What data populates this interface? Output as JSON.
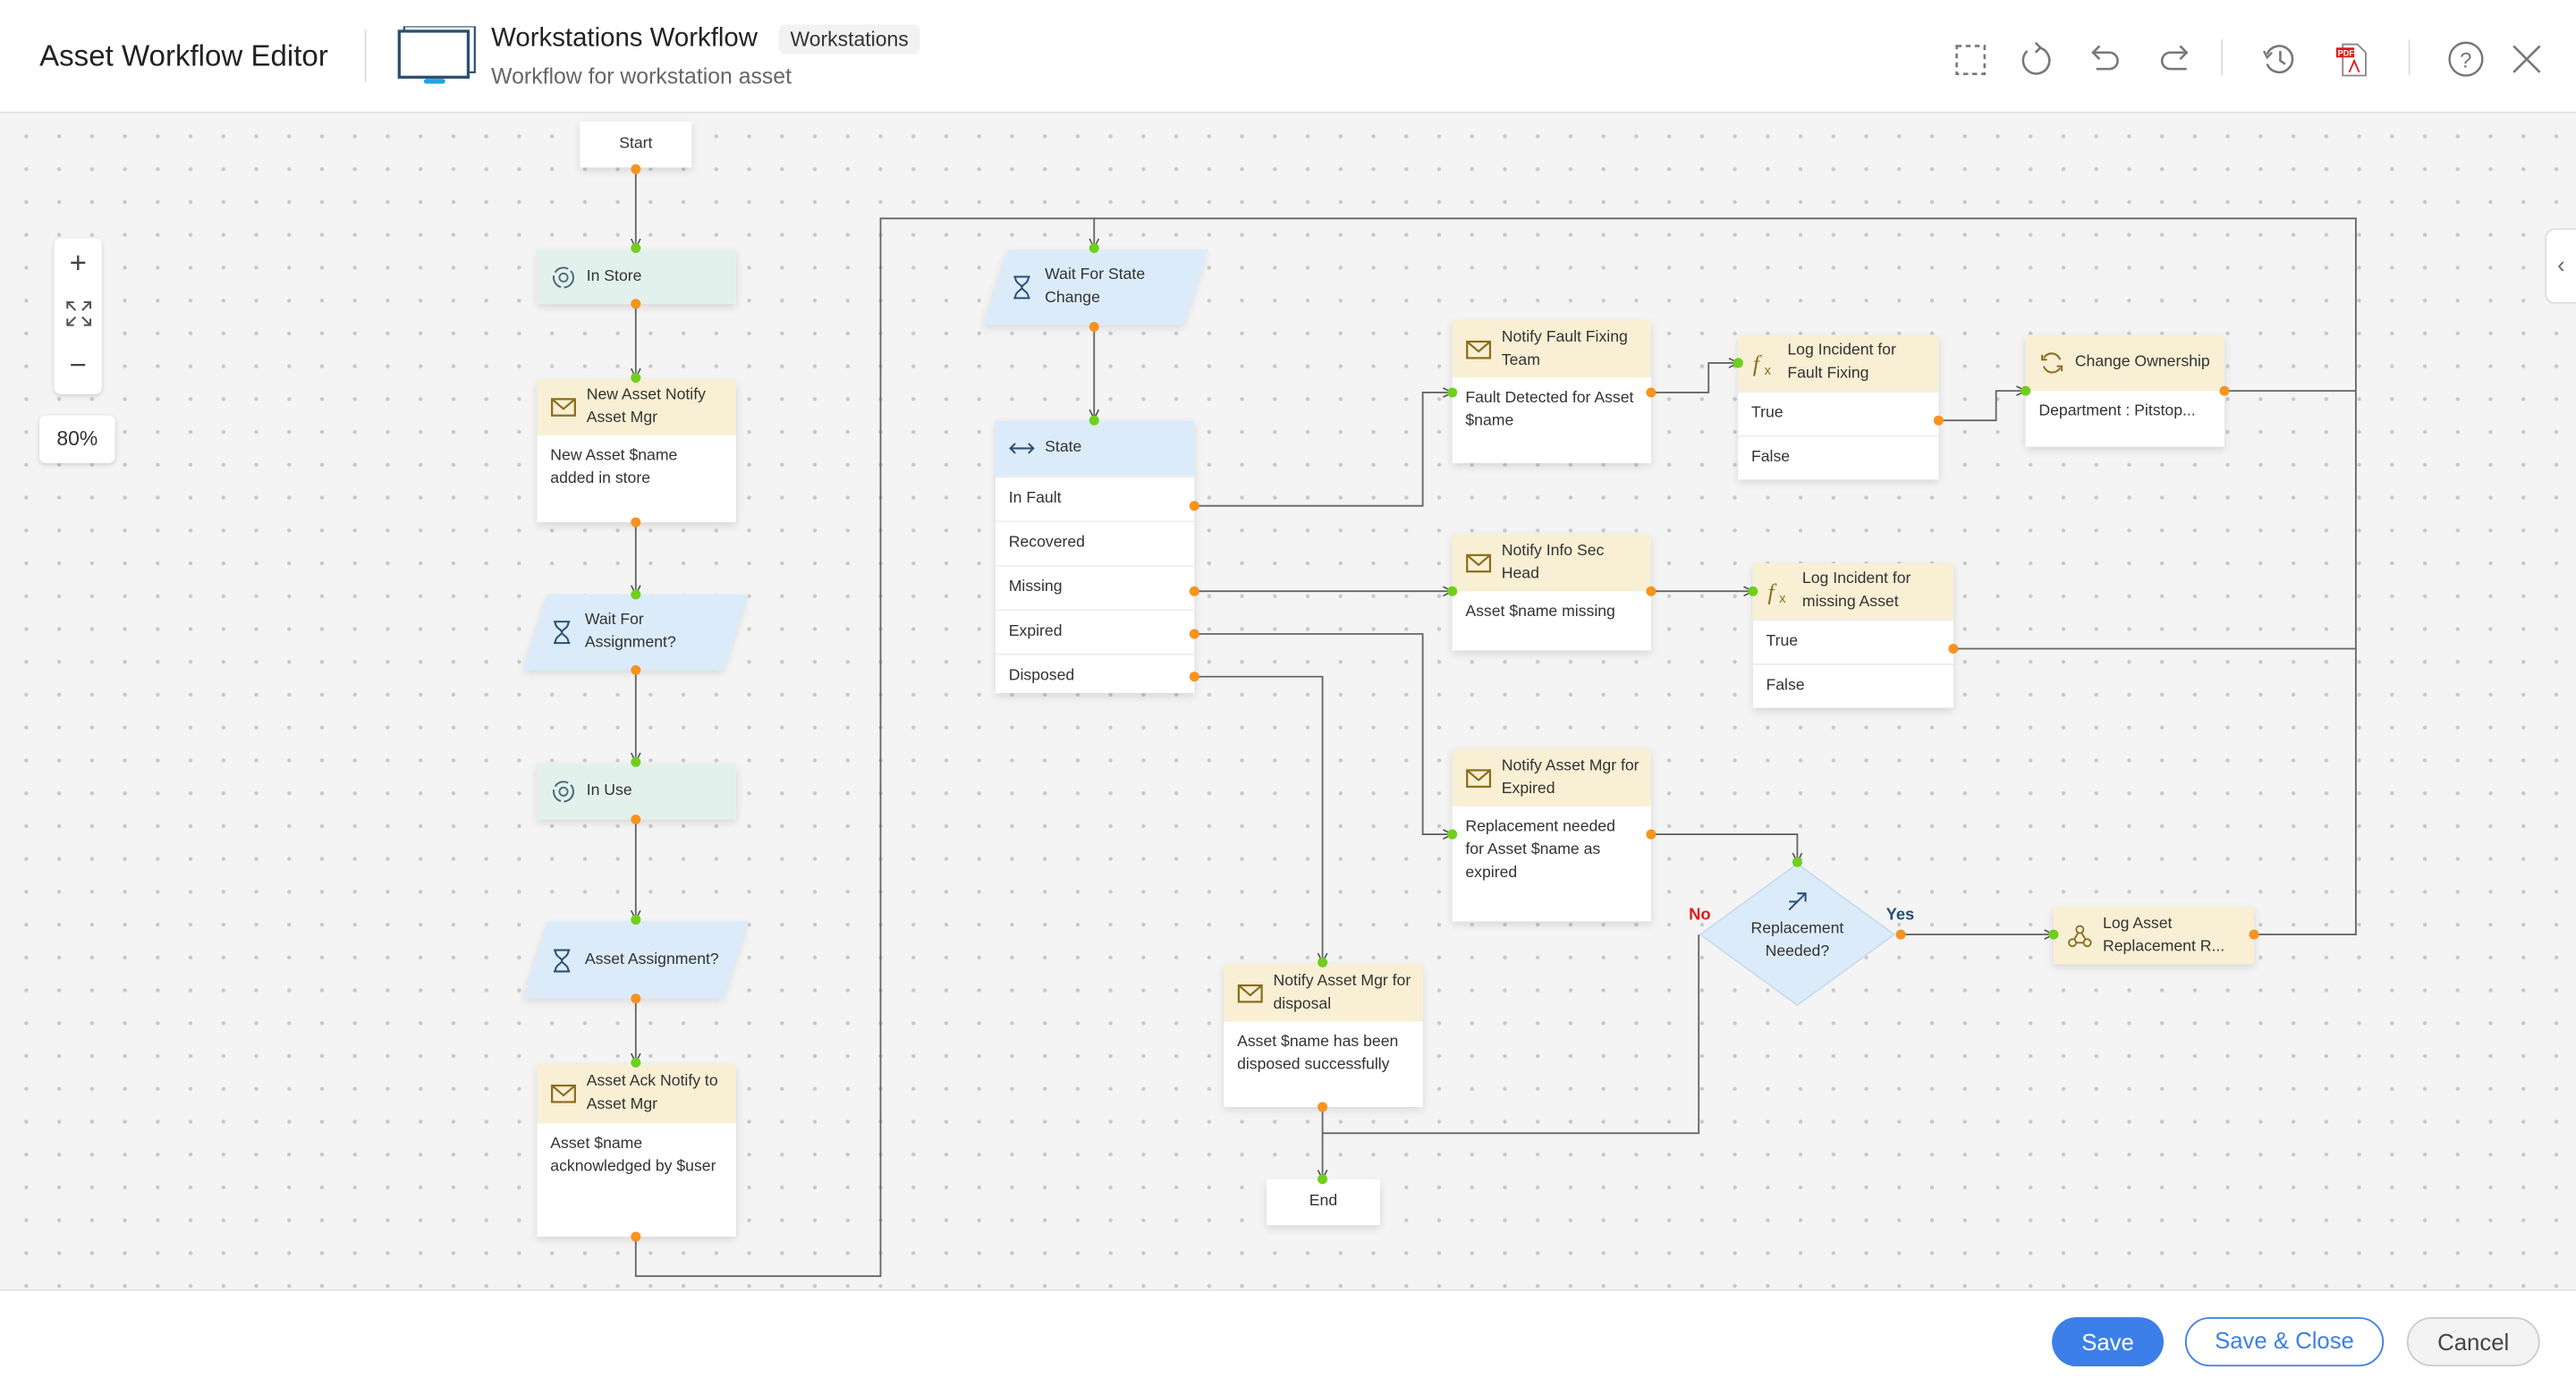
{
  "header": {
    "app_title": "Asset Workflow Editor",
    "workflow_title": "Workstations Workflow",
    "badge": "Workstations",
    "description": "Workflow for workstation asset",
    "tools": [
      "select-area-icon",
      "refresh-icon",
      "undo-icon",
      "redo-icon",
      "history-icon",
      "pdf-icon",
      "help-icon",
      "close-icon"
    ]
  },
  "canvas": {
    "zoom_in": "+",
    "zoom_out": "−",
    "zoom_level": "80%",
    "collapse_panel": "‹"
  },
  "colors": {
    "accent": "#3d7fe8",
    "out_port": "#f7931e",
    "in_port": "#6fcf1c",
    "email_header": "#f8efd4",
    "status_header": "#e3f1ec",
    "wait_fill": "#dcebfa"
  },
  "nodes": [
    {
      "id": "start",
      "type": "terminal",
      "title": "Start"
    },
    {
      "id": "in_store",
      "type": "status",
      "icon": "status-icon",
      "title": "In Store"
    },
    {
      "id": "new_asset",
      "type": "email",
      "icon": "email-icon",
      "title": "New Asset Notify Asset Mgr",
      "body": "New  Asset $name added in store"
    },
    {
      "id": "wait_assign",
      "type": "wait",
      "icon": "hourglass-icon",
      "title": "Wait For Assignment?"
    },
    {
      "id": "in_use",
      "type": "status",
      "icon": "status-icon",
      "title": "In Use"
    },
    {
      "id": "asset_assign",
      "type": "wait",
      "icon": "hourglass-icon",
      "title": "Asset Assignment?"
    },
    {
      "id": "ack_notify",
      "type": "email",
      "icon": "email-icon",
      "title": "Asset Ack Notify to Asset Mgr",
      "body": "Asset $name acknowledged by $user"
    },
    {
      "id": "wait_state",
      "type": "wait",
      "icon": "hourglass-icon",
      "title": "Wait For State Change"
    },
    {
      "id": "state",
      "type": "switch",
      "icon": "switch-icon",
      "title": "State",
      "rows": [
        "In Fault",
        "Recovered",
        "Missing",
        "Expired",
        "Disposed"
      ]
    },
    {
      "id": "notify_fault",
      "type": "email",
      "icon": "email-icon",
      "title": "Notify Fault Fixing Team",
      "body": "Fault Detected for Asset $name"
    },
    {
      "id": "log_fault",
      "type": "function",
      "icon": "function-icon",
      "title": "Log Incident for Fault Fixing",
      "rows": [
        "True",
        "False"
      ]
    },
    {
      "id": "change_owner",
      "type": "email",
      "icon": "field-update-icon",
      "title": "Change Ownership",
      "body": "Department : Pitstop..."
    },
    {
      "id": "notify_infosec",
      "type": "email",
      "icon": "email-icon",
      "title": "Notify Info Sec Head",
      "body": "Asset $name  missing"
    },
    {
      "id": "log_missing",
      "type": "function",
      "icon": "function-icon",
      "title": "Log Incident for missing Asset",
      "rows": [
        "True",
        "False"
      ]
    },
    {
      "id": "notify_expired",
      "type": "email",
      "icon": "email-icon",
      "title": "Notify Asset Mgr for Expired",
      "body": "Replacement needed for Asset $name as expired"
    },
    {
      "id": "decision",
      "type": "decision",
      "icon": "decision-icon",
      "title": "Replacement Needed?",
      "yes": "Yes",
      "no": "No"
    },
    {
      "id": "log_replace",
      "type": "task",
      "icon": "webhook-icon",
      "title": "Log Asset Replacement R..."
    },
    {
      "id": "notify_disposal",
      "type": "email",
      "icon": "email-icon",
      "title": "Notify Asset Mgr for disposal",
      "body": "Asset $name has been disposed successfully"
    },
    {
      "id": "end",
      "type": "terminal",
      "title": "End"
    }
  ],
  "footer": {
    "save": "Save",
    "save_close": "Save & Close",
    "cancel": "Cancel"
  }
}
